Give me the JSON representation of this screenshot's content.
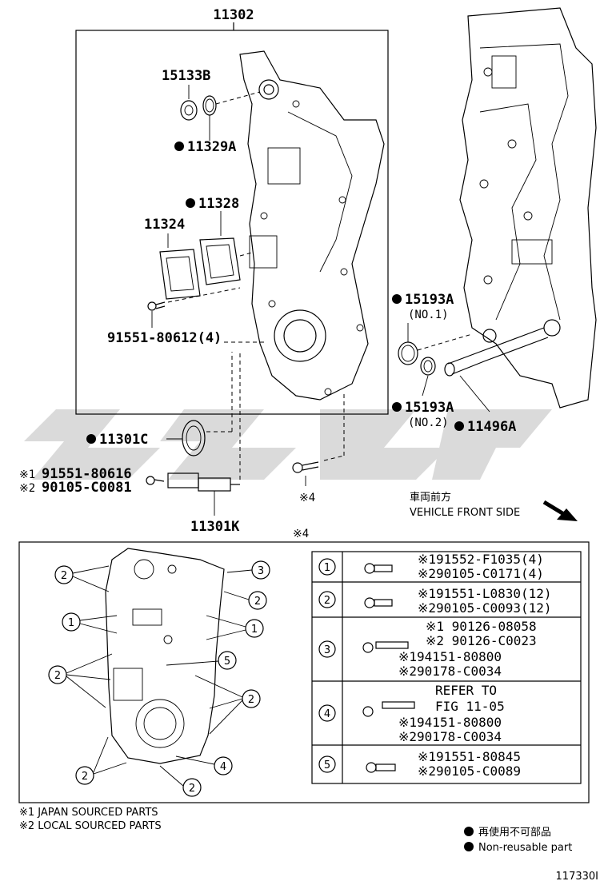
{
  "labels": {
    "cover_assy": "11302",
    "plug": "15133B",
    "gasket_plug": "11329A",
    "gasket_11328": "11328",
    "cover_11324": "11324",
    "bolt_cover": "91551-80612(4)",
    "oil_seal": "11301C",
    "bolt_sensor_1": "91551-80616",
    "bolt_sensor_2": "90105-C0081",
    "sensor": "11301K",
    "ring_1": "15193A",
    "ring_1_note": "(NO.1)",
    "ring_2": "15193A",
    "ring_2_note": "(NO.2)",
    "pipe": "11496A",
    "stud_note": "※4",
    "dowel_note": "※4",
    "front_jp": "車両前方",
    "front_en": "VEHICLE FRONT SIDE",
    "mark1": "※1",
    "mark2": "※2"
  },
  "table": [
    {
      "num": "1",
      "lines": [
        "※191552-F1035(4)",
        "※290105-C0171(4)"
      ]
    },
    {
      "num": "2",
      "lines": [
        "※191551-L0830(12)",
        "※290105-C0093(12)"
      ]
    },
    {
      "num": "3",
      "lines": [
        "※1 90126-08058",
        "※2 90126-C0023",
        "※194151-80800",
        "※290178-C0034"
      ]
    },
    {
      "num": "4",
      "lines": [
        "REFER TO",
        "FIG 11-05",
        "※194151-80800",
        "※290178-C0034"
      ]
    },
    {
      "num": "5",
      "lines": [
        "※191551-80845",
        "※290105-C0089"
      ]
    }
  ],
  "footnotes": {
    "f1": "※1 JAPAN SOURCED PARTS",
    "f2": "※2 LOCAL SOURCED PARTS"
  },
  "legend": {
    "jp": "再使用不可部品",
    "en": "Non-reusable part"
  },
  "figure_id": "117330I"
}
